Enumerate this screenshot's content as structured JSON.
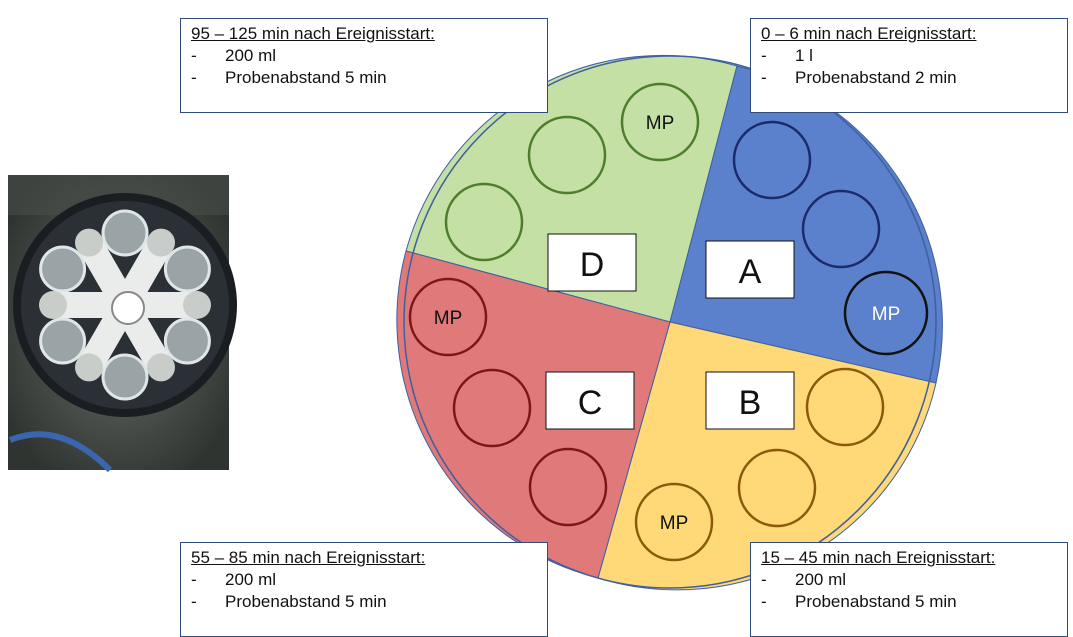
{
  "segments": [
    {
      "key": "D",
      "label": "D",
      "color": "#c4e0a4",
      "stroke": "#4e7e2d"
    },
    {
      "key": "A",
      "label": "A",
      "color": "#5b80cc",
      "stroke": "#1a2a6a"
    },
    {
      "key": "B",
      "label": "B",
      "color": "#ffd978",
      "stroke": "#8a5a0a"
    },
    {
      "key": "C",
      "label": "C",
      "color": "#e07a7a",
      "stroke": "#7a1818"
    }
  ],
  "bottle_label": "MP",
  "boxes": {
    "D": {
      "header": "95 – 125 min nach Ereignisstart:",
      "lines": [
        "200 ml",
        "Probenabstand 5 min"
      ]
    },
    "A": {
      "header": "0 – 6 min nach Ereignisstart:",
      "lines": [
        "1 l",
        "Probenabstand 2 min"
      ]
    },
    "C": {
      "header": "55 – 85 min nach Ereignisstart:",
      "lines": [
        "200 ml",
        "Probenabstand 5 min"
      ]
    },
    "B": {
      "header": "15 – 45 min nach Ereignisstart:",
      "lines": [
        "200 ml",
        "Probenabstand 5 min"
      ]
    }
  },
  "bullet": "-",
  "photo": {
    "subject": "sampler-bottle-carousel-photo"
  }
}
